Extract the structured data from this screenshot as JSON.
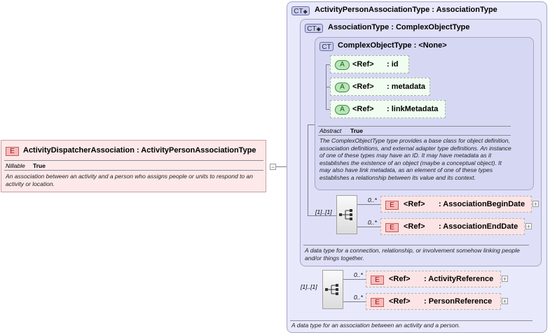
{
  "root_element": {
    "badge": "E",
    "name": "ActivityDispatcherAssociation",
    "type_label": ": ActivityPersonAssociationType",
    "prop_name": "Nillable",
    "prop_value": "True",
    "documentation": "An association between an activity and a person who assigns people or units to respond to an activity or location."
  },
  "activity_person_type": {
    "badge": "CT",
    "title": "ActivityPersonAssociationType : AssociationType",
    "documentation": "A data type for an association between an activity and a person.",
    "sequence_cardinality": "[1]..[1]",
    "elements": [
      {
        "badge": "E",
        "ref": "<Ref>",
        "name": ": ActivityReference",
        "cardinality": "0..*"
      },
      {
        "badge": "E",
        "ref": "<Ref>",
        "name": ": PersonReference",
        "cardinality": "0..*"
      }
    ]
  },
  "association_type": {
    "badge": "CT",
    "title": "AssociationType : ComplexObjectType",
    "documentation": "A data type for a connection, relationship, or involvement somehow linking people and/or things together.",
    "sequence_cardinality": "[1]..[1]",
    "elements": [
      {
        "badge": "E",
        "ref": "<Ref>",
        "name": ": AssociationBeginDate",
        "cardinality": "0..*"
      },
      {
        "badge": "E",
        "ref": "<Ref>",
        "name": ": AssociationEndDate",
        "cardinality": "0..*"
      }
    ]
  },
  "complex_object_type": {
    "badge": "CT",
    "title": "ComplexObjectType : <None>",
    "attributes": [
      {
        "badge": "A",
        "ref": "<Ref>",
        "name": ": id"
      },
      {
        "badge": "A",
        "ref": "<Ref>",
        "name": ": metadata"
      },
      {
        "badge": "A",
        "ref": "<Ref>",
        "name": ": linkMetadata"
      }
    ],
    "prop_name": "Abstract",
    "prop_value": "True",
    "documentation": "The ComplexObjectType type provides a base class for object definition, association definitions, and external adapter type definitions. An instance of one of these types may have an ID. It may have metadata as it establishes the existence of an object (maybe a conceptual object). It may also have link metadata, as an element of one of these types establishes a relationship between its value and its context."
  },
  "icons": {
    "expand": "+",
    "collapse": "−",
    "sequence": "sequence-icon"
  }
}
